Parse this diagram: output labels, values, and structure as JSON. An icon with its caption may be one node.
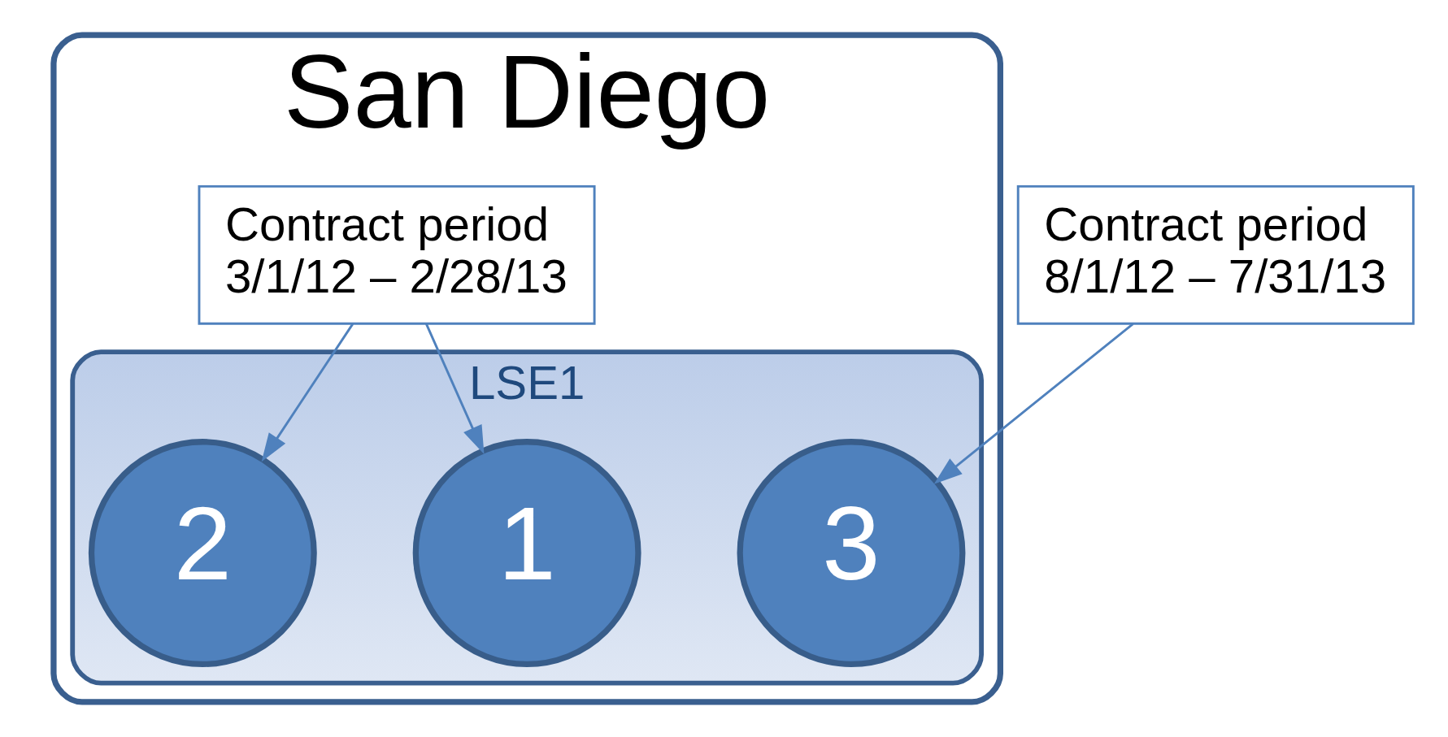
{
  "diagram": {
    "nodes": [
      {
        "text": [
          "San Diego"
        ]
      },
      {
        "text": [
          "LSE1"
        ],
        "in": 0
      },
      {
        "text": [
          "1"
        ],
        "in": 1
      },
      {
        "text": [
          "2"
        ],
        "in": 1
      },
      {
        "text": [
          "3"
        ],
        "in": 1
      },
      {
        "text": [
          "Contract period 3/1/12 – 2/28/13"
        ],
        "in": 0
      },
      {
        "text": [
          "Contract period 8/1/12 – 7/31/13"
        ]
      }
    ],
    "edges": [
      {
        "from": 5,
        "to": 2,
        "arrow": "to"
      },
      {
        "from": 5,
        "to": 3,
        "arrow": "to"
      },
      {
        "from": 6,
        "to": 4,
        "arrow": "to"
      }
    ]
  }
}
